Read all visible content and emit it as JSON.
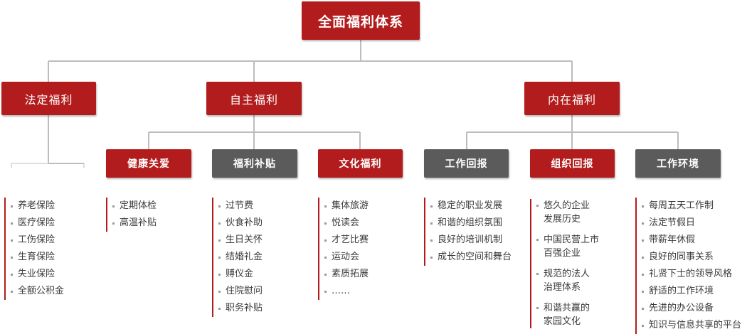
{
  "root": "全面福利体系",
  "categories": [
    {
      "title": "法定福利",
      "items": [
        "养老保险",
        "医疗保险",
        "工伤保险",
        "生育保险",
        "失业保险",
        "全额公积金"
      ]
    },
    {
      "title": "自主福利",
      "groups": [
        {
          "title": "健康关爱",
          "items": [
            "定期体检",
            "高温补贴"
          ]
        },
        {
          "title": "福利补贴",
          "items": [
            "过节费",
            "伙食补助",
            "生日关怀",
            "结婚礼金",
            "赙仪金",
            "住院慰问",
            "职务补贴"
          ]
        },
        {
          "title": "文化福利",
          "items": [
            "集体旅游",
            "悦读会",
            "才艺比赛",
            "运动会",
            "素质拓展",
            "……"
          ]
        }
      ]
    },
    {
      "title": "内在福利",
      "groups": [
        {
          "title": "工作回报",
          "items": [
            "稳定的职业发展",
            "和谐的组织氛围",
            "良好的培训机制",
            "成长的空间和舞台"
          ]
        },
        {
          "title": "组织回报",
          "items": [
            [
              "悠久的企业",
              "发展历史"
            ],
            [
              "中国民营上市",
              "百强企业"
            ],
            [
              "规范的法人",
              "治理体系"
            ],
            [
              "和谐共赢的",
              "家园文化"
            ]
          ]
        },
        {
          "title": "工作环境",
          "items": [
            "每周五天工作制",
            "法定节假日",
            "带薪年休假",
            "良好的同事关系",
            "礼贤下士的领导风格",
            "舒适的工作环境",
            "先进的办公设备",
            "知识与信息共享的平台"
          ]
        }
      ]
    }
  ],
  "colors": {
    "red": "#b31c1c",
    "gray": "#5b5b5b",
    "line": "#bdbdbd"
  }
}
